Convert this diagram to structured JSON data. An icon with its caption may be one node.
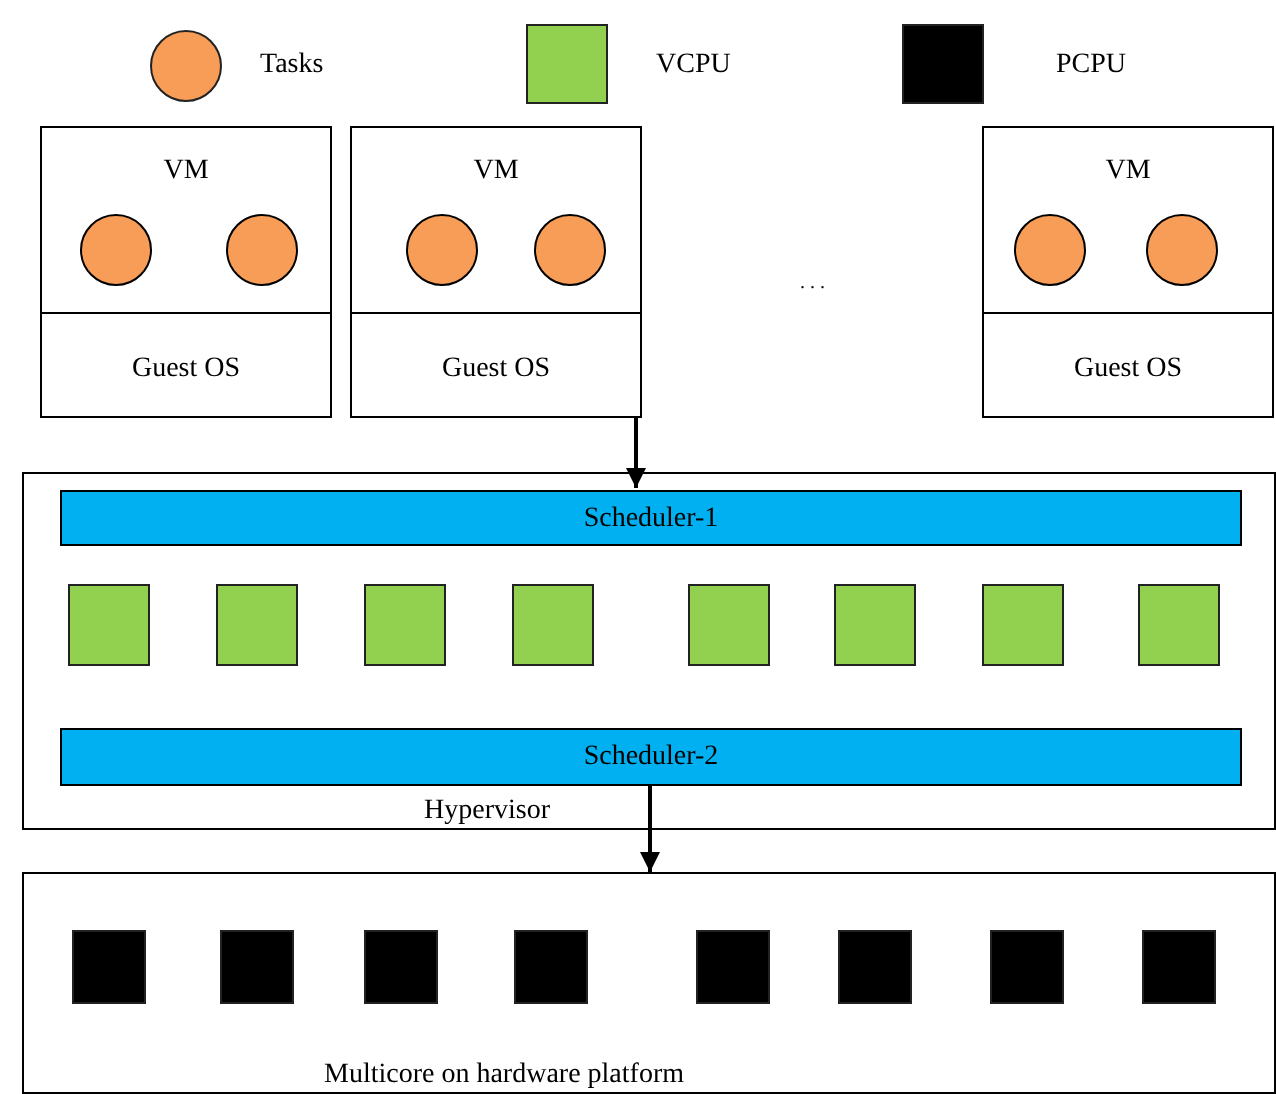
{
  "diagram": {
    "nodes": [
      {
        "text": [
          "VM",
          "Guest OS"
        ]
      },
      {
        "text": [],
        "shape": "circle",
        "in": 0
      },
      {
        "text": [],
        "shape": "circle",
        "in": 0
      },
      {
        "text": [
          "VM",
          "Guest OS"
        ]
      },
      {
        "text": [],
        "shape": "circle",
        "in": 3
      },
      {
        "text": [],
        "shape": "circle",
        "in": 3
      },
      {
        "text": [
          "VM",
          "Guest OS"
        ]
      },
      {
        "text": [],
        "shape": "circle",
        "in": 6
      },
      {
        "text": [],
        "shape": "circle",
        "in": 6
      },
      {
        "text": [
          "Hypervisor"
        ]
      },
      {
        "text": [
          "Scheduler-1"
        ],
        "in": 9
      },
      {
        "text": [],
        "shape": "box",
        "in": 9
      },
      {
        "text": [],
        "shape": "box",
        "in": 9
      },
      {
        "text": [],
        "shape": "box",
        "in": 9
      },
      {
        "text": [],
        "shape": "box",
        "in": 9
      },
      {
        "text": [],
        "shape": "box",
        "in": 9
      },
      {
        "text": [],
        "shape": "box",
        "in": 9
      },
      {
        "text": [],
        "shape": "box",
        "in": 9
      },
      {
        "text": [],
        "shape": "box",
        "in": 9
      },
      {
        "text": [
          "Scheduler-2"
        ],
        "in": 9
      },
      {
        "text": [
          "Multicore on hardware platform"
        ]
      },
      {
        "text": [],
        "shape": "box",
        "in": 20
      },
      {
        "text": [],
        "shape": "box",
        "in": 20
      },
      {
        "text": [],
        "shape": "box",
        "in": 20
      },
      {
        "text": [],
        "shape": "box",
        "in": 20
      },
      {
        "text": [],
        "shape": "box",
        "in": 20
      },
      {
        "text": [],
        "shape": "box",
        "in": 20
      },
      {
        "text": [],
        "shape": "box",
        "in": 20
      },
      {
        "text": [],
        "shape": "box",
        "in": 20
      }
    ],
    "edges": [
      {
        "from": 3,
        "to": 10,
        "arrow": "to"
      },
      {
        "from": 19,
        "to": 20,
        "arrow": "to"
      }
    ],
    "labels": [
      ". . ."
    ],
    "legend": [
      {
        "text": "Tasks",
        "color": "#f79d57"
      },
      {
        "text": "VCPU",
        "color": "#92d050"
      },
      {
        "text": "PCPU",
        "color": "#000000"
      }
    ]
  }
}
